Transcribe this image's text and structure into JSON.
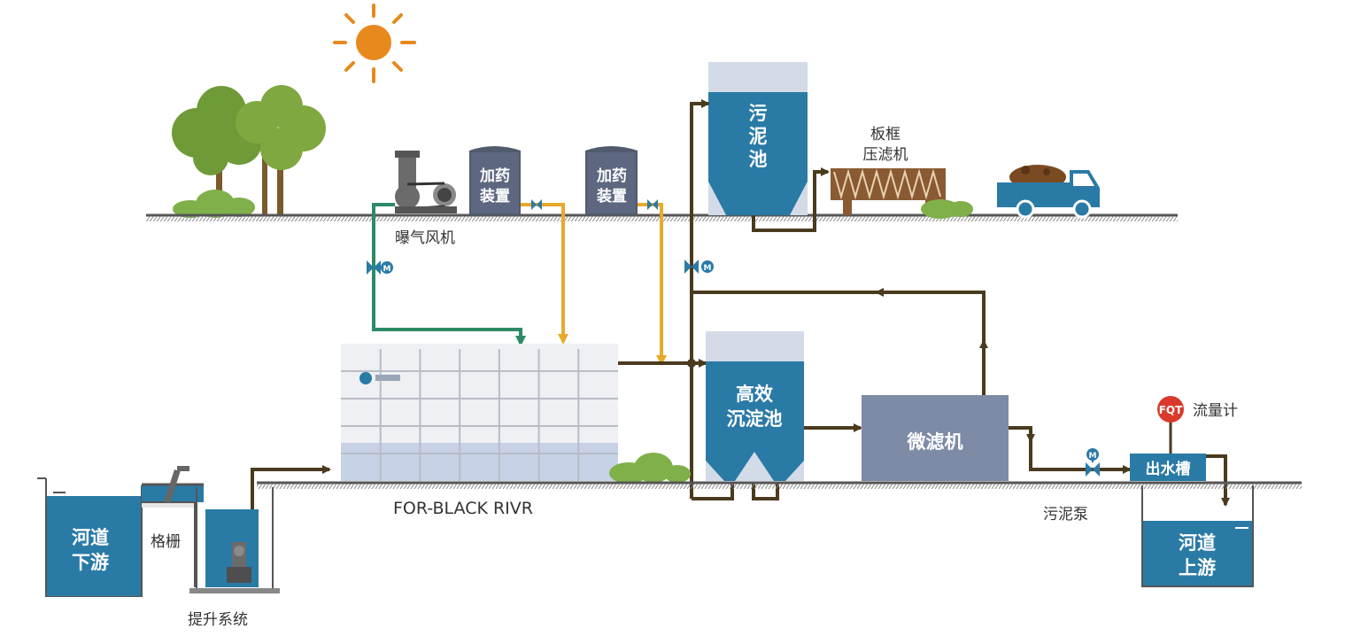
{
  "labels": {
    "sludge_tank": [
      "污",
      "泥",
      "池"
    ],
    "filter_press": [
      "板框",
      "压滤机"
    ],
    "dosing_1": [
      "加药",
      "装置"
    ],
    "dosing_2": [
      "加药",
      "装置"
    ],
    "blower": "曝气风机",
    "hes_tank": [
      "高效",
      "沉淀池"
    ],
    "microfilter": "微滤机",
    "outlet_tank": "出水槽",
    "flowmeter_tag": "FQT",
    "flowmeter": "流量计",
    "sludge_pump": "污泥泵",
    "river_down": [
      "河道",
      "下游"
    ],
    "river_up": [
      "河道",
      "上游"
    ],
    "grille": "格栅",
    "lift": "提升系统",
    "module_brand": "FOR-BLACK RIVR",
    "valve_m": "M"
  },
  "colors": {
    "pipe_dark": "#4a3a1e",
    "pipe_yellow": "#e7aa2b",
    "pipe_green": "#2d8a66",
    "water": "#2a7aa6",
    "tank_light": "#d2dbe7",
    "microfilter": "#7d8ba6",
    "sun": "#e8891e",
    "flowmeter": "#d93a2b"
  }
}
